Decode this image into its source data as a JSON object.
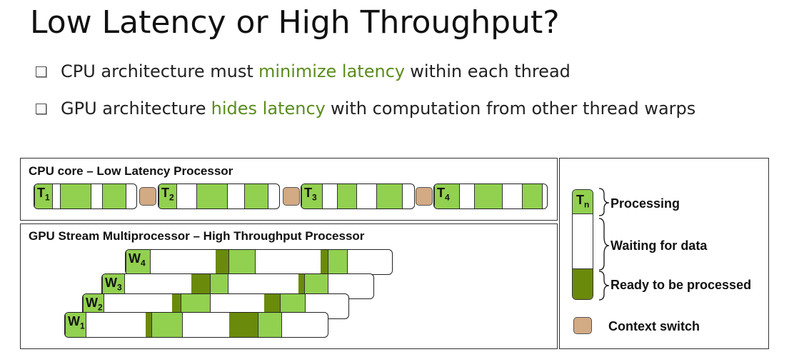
{
  "title": "Low Latency or High Throughput?",
  "bullets": [
    {
      "pre": "CPU architecture must ",
      "hl": "minimize latency",
      "post": " within each thread"
    },
    {
      "pre": "GPU architecture ",
      "hl": "hides latency",
      "post": " with computation from other thread warps"
    }
  ],
  "cpu": {
    "title": "CPU core – Low Latency Processor",
    "threads": [
      {
        "base": "T",
        "sub": "1"
      },
      {
        "base": "T",
        "sub": "2"
      },
      {
        "base": "T",
        "sub": "3"
      },
      {
        "base": "T",
        "sub": "4"
      }
    ]
  },
  "gpu": {
    "title": "GPU Stream Multiprocessor – High Throughput Processor",
    "warps": [
      {
        "base": "W",
        "sub": "4"
      },
      {
        "base": "W",
        "sub": "3"
      },
      {
        "base": "W",
        "sub": "2"
      },
      {
        "base": "W",
        "sub": "1"
      }
    ]
  },
  "legend": {
    "thread": {
      "base": "T",
      "sub": "n"
    },
    "processing": "Processing",
    "waiting": "Waiting for data",
    "ready": "Ready to be processed",
    "context": "Context switch"
  },
  "colors": {
    "processing": "#92d050",
    "ready": "#6a8a0c",
    "context_switch": "#d2aa84",
    "highlight": "#5a8c1d"
  }
}
